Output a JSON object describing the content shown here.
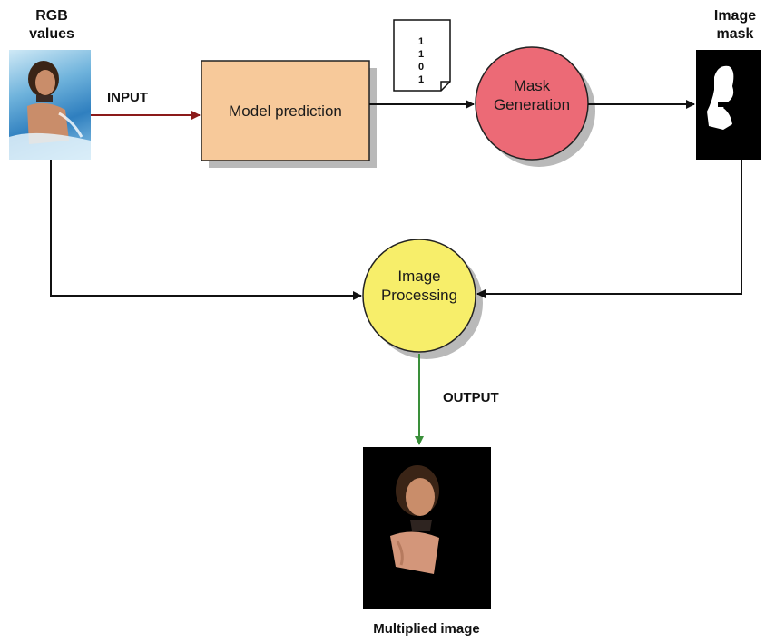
{
  "labels": {
    "rgb_values": "RGB values",
    "image_mask": "Image mask",
    "input": "INPUT",
    "output": "OUTPUT",
    "multiplied_image": "Multiplied image"
  },
  "nodes": {
    "model_prediction": "Model prediction",
    "mask_generation": [
      "Mask",
      "Generation"
    ],
    "image_processing": [
      "Image",
      "Processing"
    ]
  },
  "document_bits": [
    "1",
    "1",
    "0",
    "1"
  ],
  "colors": {
    "model_box": "#f7c99a",
    "mask_circle": "#ec6a76",
    "processing_circle": "#f7ee6a",
    "input_arrow": "#8b1a1a",
    "output_arrow": "#3a8f3a",
    "line": "#111111",
    "shadow": "#b9b9b9"
  }
}
